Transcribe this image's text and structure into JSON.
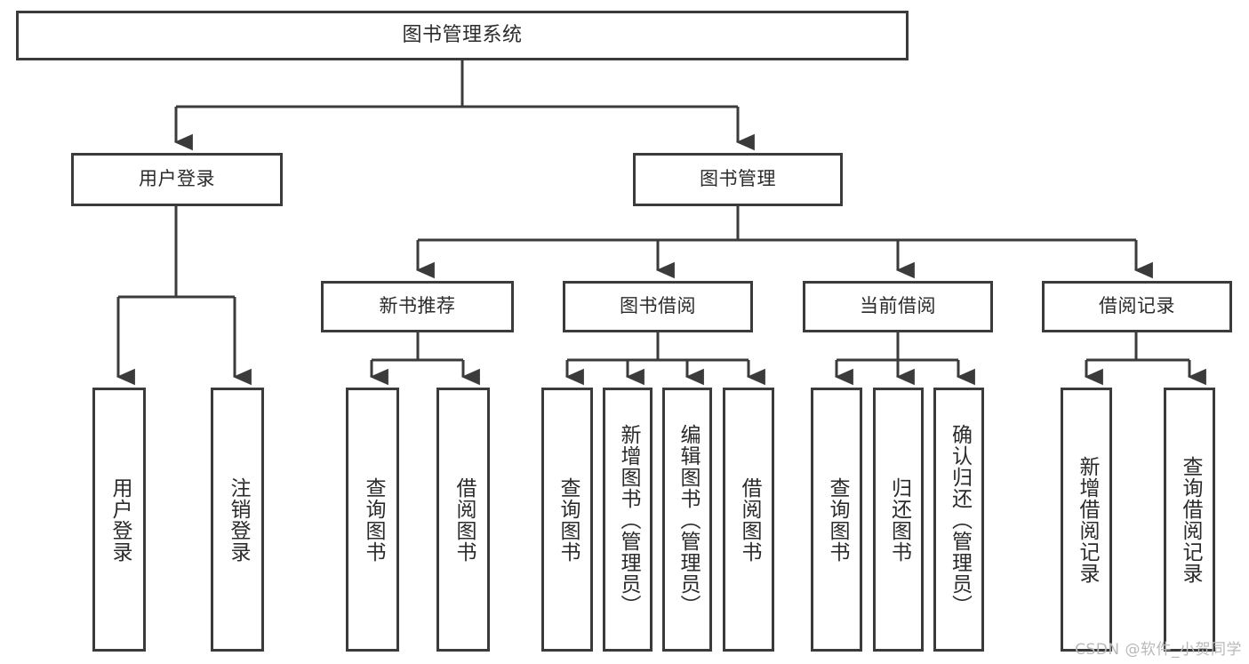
{
  "diagram": {
    "title": "图书管理系统",
    "colors": {
      "background": "#ffffff",
      "stroke": "#3b3b3b",
      "text": "#2b2b2b",
      "watermark": "#b9b9b9"
    },
    "root": {
      "label": "图书管理系统"
    },
    "level2": [
      {
        "label": "用户登录"
      },
      {
        "label": "图书管理"
      }
    ],
    "level3": [
      {
        "label": "新书推荐"
      },
      {
        "label": "图书借阅"
      },
      {
        "label": "当前借阅"
      },
      {
        "label": "借阅记录"
      }
    ],
    "leaves": {
      "user_login": [
        {
          "label": "用户登录"
        },
        {
          "label": "注销登录"
        }
      ],
      "new_book_recommend": [
        {
          "label": "查询图书"
        },
        {
          "label": "借阅图书"
        }
      ],
      "book_borrow": [
        {
          "label": "查询图书"
        },
        {
          "label": "新增图书（管理员）"
        },
        {
          "label": "编辑图书（管理员）"
        },
        {
          "label": "借阅图书"
        }
      ],
      "current_borrow": [
        {
          "label": "查询图书"
        },
        {
          "label": "归还图书"
        },
        {
          "label": "确认归还（管理员）"
        }
      ],
      "borrow_record": [
        {
          "label": "新增借阅记录"
        },
        {
          "label": "查询借阅记录"
        }
      ]
    }
  },
  "watermark": {
    "text": "CSDN @软件_小贺同学"
  }
}
